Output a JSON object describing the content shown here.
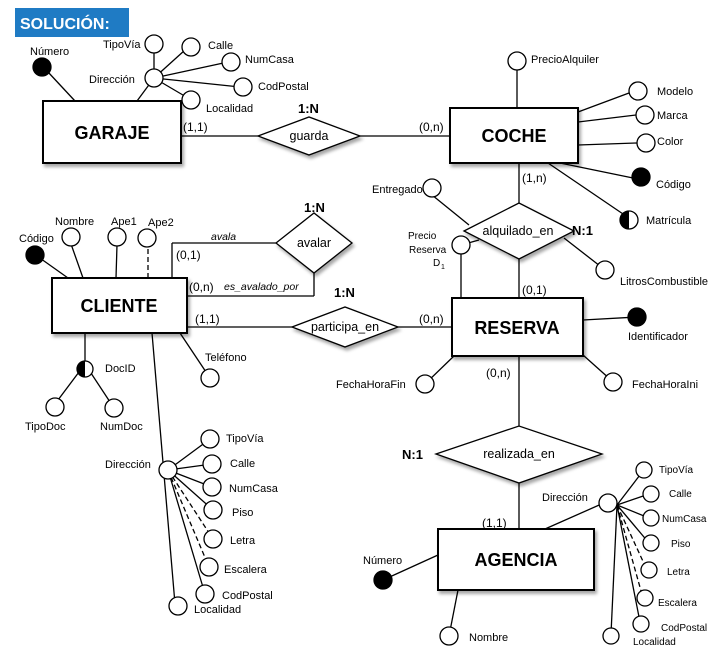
{
  "title": "SOLUCIÓN:",
  "colors": {
    "title_bg": "#1f7bc4",
    "title_fg": "#ffffff"
  },
  "entities": {
    "garaje": "GARAJE",
    "coche": "COCHE",
    "cliente": "CLIENTE",
    "reserva": "RESERVA",
    "agencia": "AGENCIA"
  },
  "relationships": {
    "guarda": "guarda",
    "alquilado_en": "alquilado_en",
    "avalar": "avalar",
    "participa_en": "participa_en",
    "realizada_en": "realizada_en"
  },
  "ratios": {
    "guarda": "1:N",
    "alquilado_en": "N:1",
    "avalar": "1:N",
    "participa_en": "1:N",
    "realizada_en": "N:1"
  },
  "cardinalities": {
    "garaje_guarda": "(1,1)",
    "coche_guarda": "(0,n)",
    "coche_alquilado": "(1,n)",
    "reserva_alquilado": "(0,1)",
    "avala": "(0,1)",
    "es_avalado_por": "(0,n)",
    "cliente_participa": "(1,1)",
    "reserva_participa": "(0,n)",
    "reserva_realizada": "(0,n)",
    "agencia_realizada": "(1,1)"
  },
  "roles": {
    "avala": "avala",
    "es_avalado_por": "es_avalado_por"
  },
  "attributes": {
    "garaje": {
      "numero": "Número",
      "direccion": "Dirección",
      "tipovia": "TipoVía",
      "calle": "Calle",
      "numcasa": "NumCasa",
      "codpostal": "CodPostal",
      "localidad": "Localidad"
    },
    "coche": {
      "precioalquiler": "PrecioAlquiler",
      "modelo": "Modelo",
      "marca": "Marca",
      "color": "Color",
      "codigo": "Código",
      "matricula": "Matrícula"
    },
    "alquilado_en": {
      "entregado": "Entregado",
      "precio": "Precio",
      "reserva": "Reserva",
      "d1": "D",
      "d1_sub": "1",
      "litros": "LitrosCombustible"
    },
    "cliente": {
      "codigo": "Código",
      "nombre": "Nombre",
      "ape1": "Ape1",
      "ape2": "Ape2",
      "docid": "DocID",
      "tipodoc": "TipoDoc",
      "numdoc": "NumDoc",
      "telefono": "Teléfono",
      "direccion": "Dirección",
      "tipovia": "TipoVía",
      "calle": "Calle",
      "numcasa": "NumCasa",
      "piso": "Piso",
      "letra": "Letra",
      "escalera": "Escalera",
      "codpostal": "CodPostal",
      "localidad": "Localidad"
    },
    "reserva": {
      "identificador": "Identificador",
      "fechahorafin": "FechaHoraFin",
      "fechahoraini": "FechaHoraIni"
    },
    "agencia": {
      "numero": "Número",
      "nombre": "Nombre",
      "direccion": "Dirección",
      "tipovia": "TipoVía",
      "calle": "Calle",
      "numcasa": "NumCasa",
      "piso": "Piso",
      "letra": "Letra",
      "escalera": "Escalera",
      "codpostal": "CodPostal",
      "localidad": "Localidad"
    }
  }
}
